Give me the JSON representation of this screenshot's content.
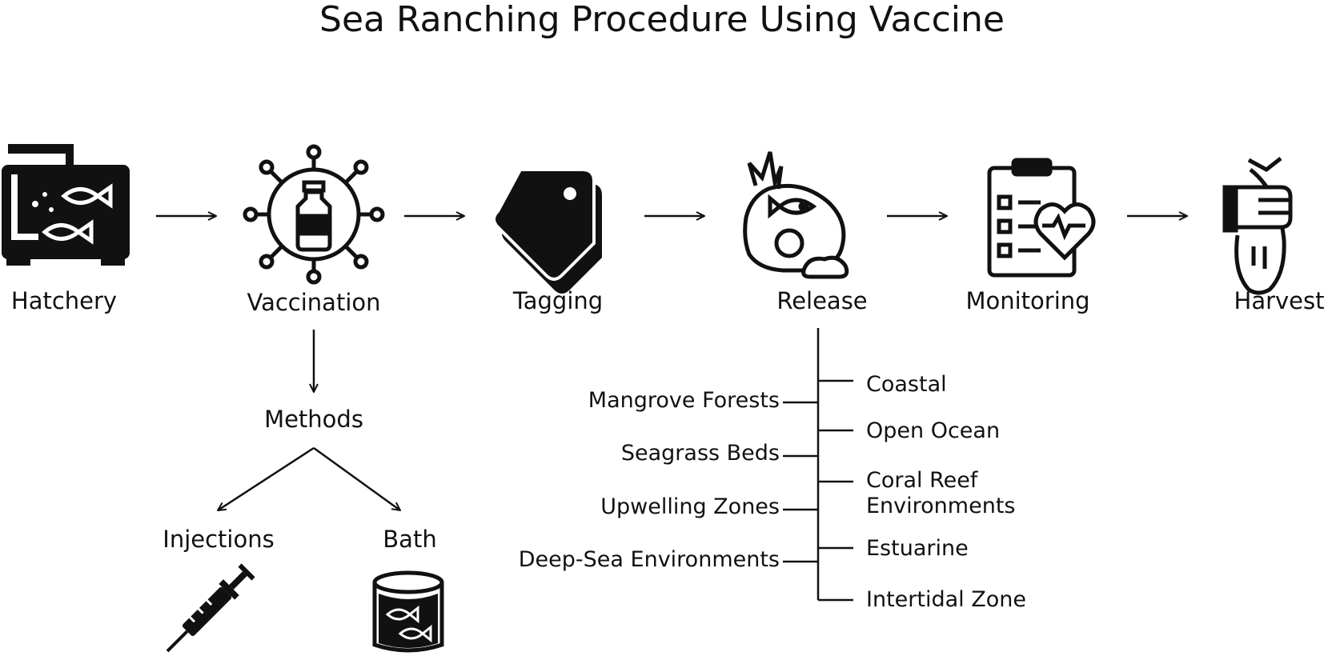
{
  "title": "Sea Ranching Procedure Using Vaccine",
  "colors": {
    "ink": "#111111",
    "background": "#ffffff"
  },
  "steps": [
    {
      "label": "Hatchery",
      "icon": "fish-tank-icon"
    },
    {
      "label": "Vaccination",
      "icon": "vaccine-vial-icon"
    },
    {
      "label": "Tagging",
      "icon": "tag-icon"
    },
    {
      "label": "Release",
      "icon": "fish-habitat-icon"
    },
    {
      "label": "Monitoring",
      "icon": "clipboard-heart-icon"
    },
    {
      "label": "Harvest",
      "icon": "hand-holding-fish-icon"
    }
  ],
  "vaccination_methods": {
    "heading": "Methods",
    "options": [
      {
        "label": "Injections",
        "icon": "syringe-icon"
      },
      {
        "label": "Bath",
        "icon": "fish-bath-icon"
      }
    ]
  },
  "release_sites": {
    "left": [
      "Mangrove Forests",
      "Seagrass Beds",
      "Upwelling Zones",
      "Deep-Sea Environments"
    ],
    "right": [
      "Coastal",
      "Open Ocean",
      "Coral Reef Environments",
      "Estuarine",
      "Intertidal Zone"
    ]
  }
}
